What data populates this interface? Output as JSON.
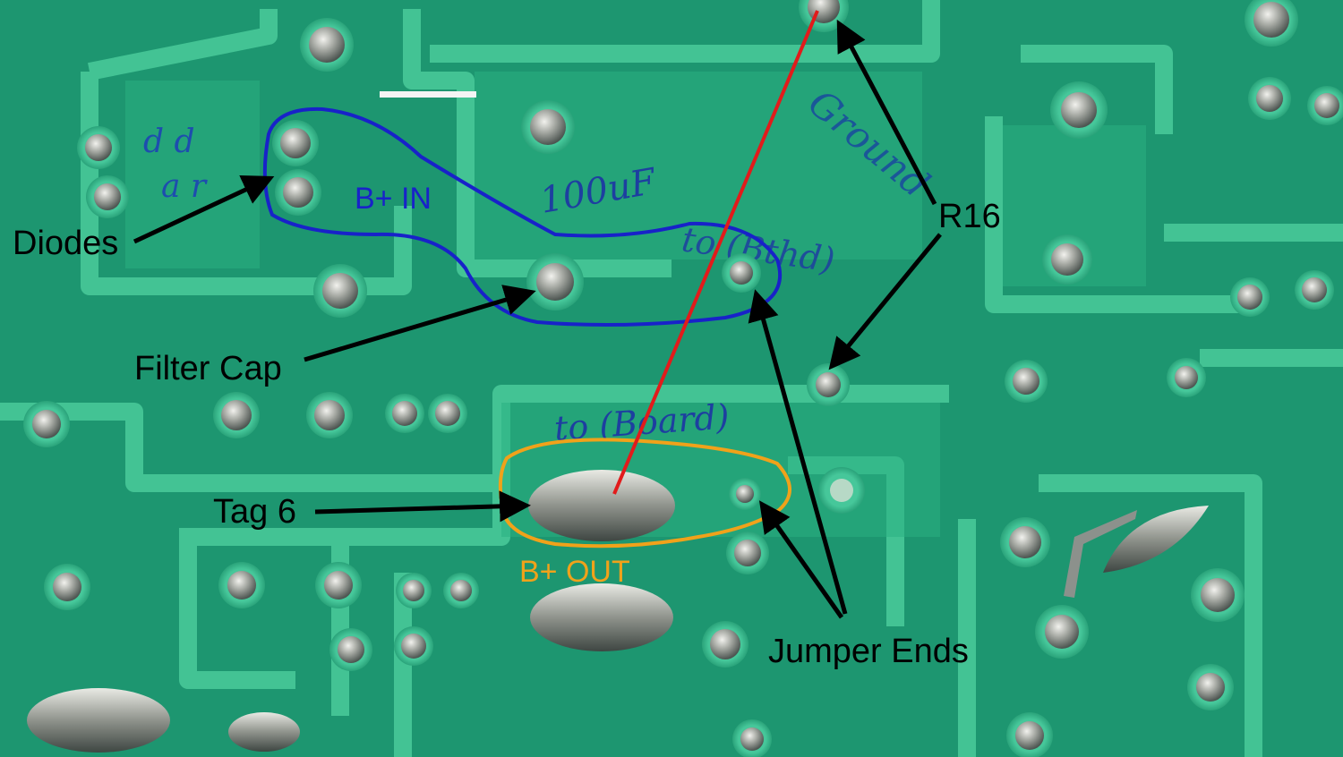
{
  "labels": {
    "diodes": "Diodes",
    "filter_cap": "Filter Cap",
    "tag6": "Tag 6",
    "r16": "R16",
    "jumper_ends": "Jumper Ends",
    "b_in": "B+ IN",
    "b_out": "B+ OUT"
  },
  "handwriting": {
    "cap_value": "100uF",
    "ground": "Ground",
    "to_board": "to (Board)"
  },
  "colors": {
    "pcb": "#1f9a72",
    "trace": "#3fbf90",
    "solder": "#b9bbb5",
    "annotation_black": "#000000",
    "jumper_red": "#e21b1b",
    "b_in_outline": "#1822c9",
    "b_out_outline": "#f0a21a",
    "ink": "#1d3fa0"
  }
}
